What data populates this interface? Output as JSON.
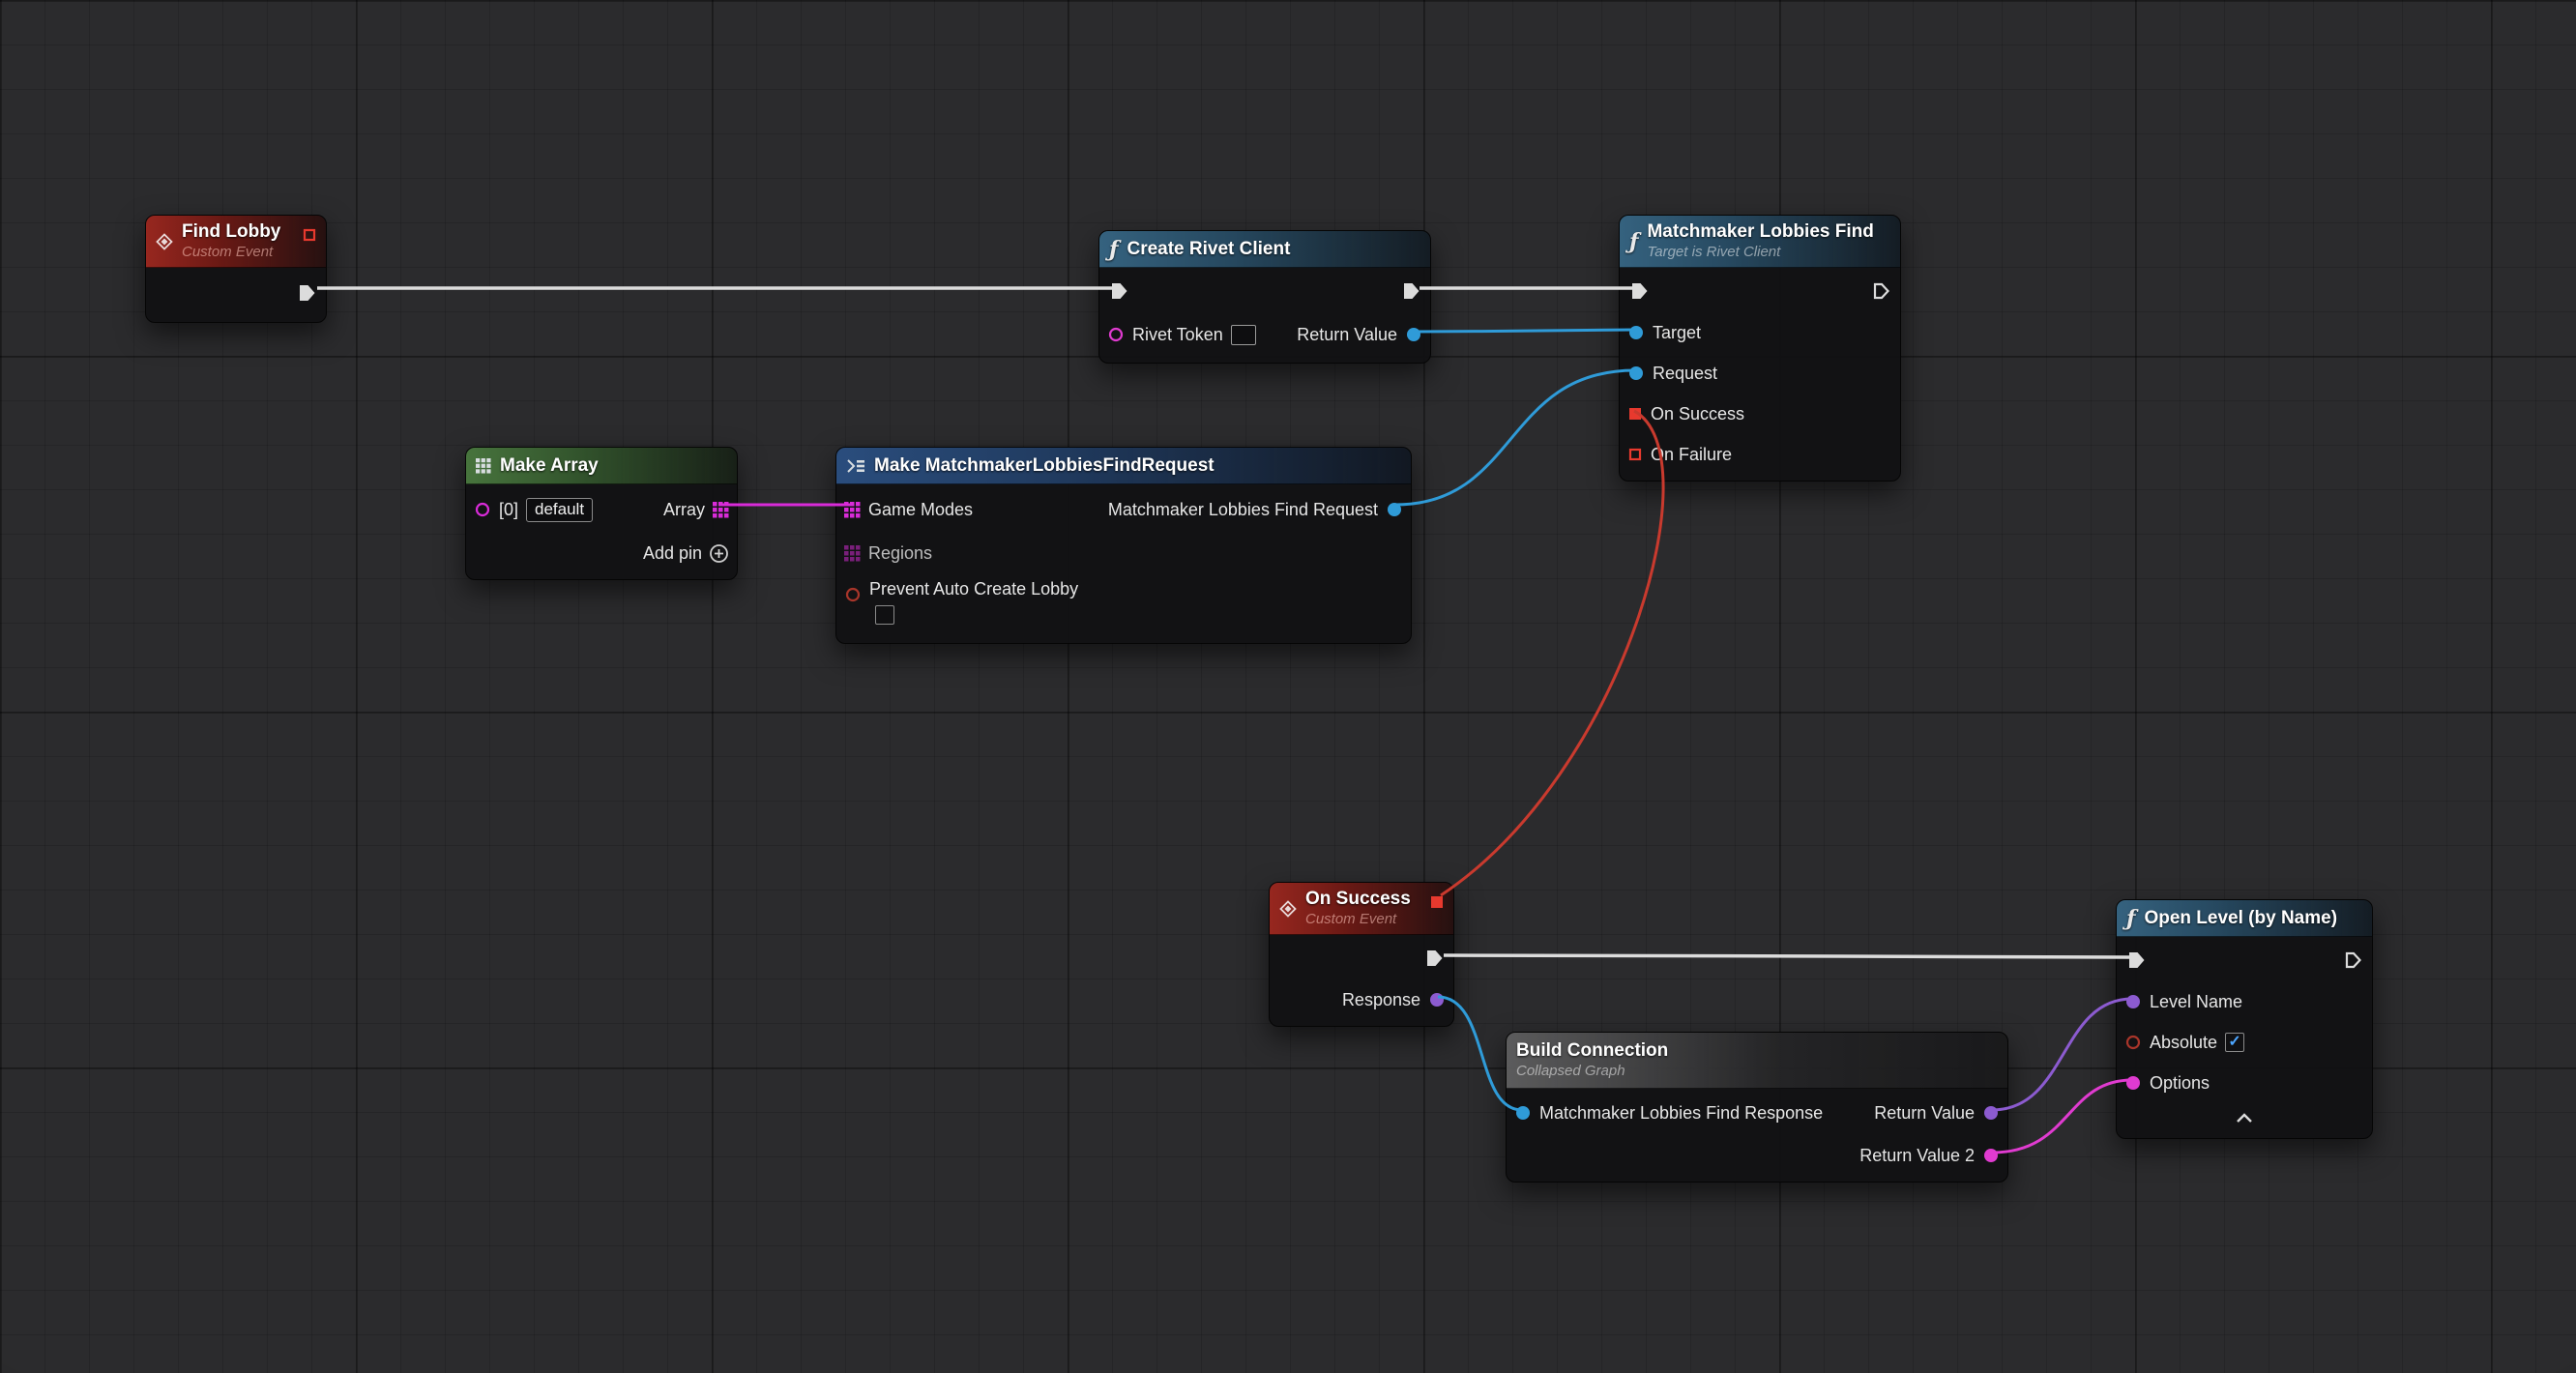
{
  "glyphs": {
    "check": "✓"
  },
  "icons": {
    "function_glyph": "ƒ"
  },
  "colors": {
    "exec": "#dcdcdc",
    "object_pin": "#2f9bd8",
    "array_pin": "#d92bd9",
    "string_pin": "#e03bd0",
    "name_pin": "#8c5bd0",
    "bool_pin": "#a8352a",
    "delegate_pin": "#e8392e",
    "red_wire": "#c93a2e",
    "header_icon": "#d8dde0"
  },
  "nodes": {
    "find_lobby": {
      "title": "Find Lobby",
      "subtitle": "Custom Event"
    },
    "create_rivet_client": {
      "title": "Create Rivet Client",
      "pins": {
        "rivet_token": "Rivet Token",
        "return_value": "Return Value"
      }
    },
    "matchmaker_lobbies_find": {
      "title": "Matchmaker Lobbies Find",
      "subtitle": "Target is Rivet Client",
      "pins": {
        "target": "Target",
        "request": "Request",
        "on_success": "On Success",
        "on_failure": "On Failure"
      }
    },
    "make_array": {
      "title": "Make Array",
      "element_0_value": "default",
      "add_pin_label": "Add pin",
      "pins": {
        "element_0": "[0]",
        "array": "Array"
      }
    },
    "make_request": {
      "title": "Make MatchmakerLobbiesFindRequest",
      "pins": {
        "game_modes": "Game Modes",
        "regions": "Regions",
        "prevent_auto_create_lobby": "Prevent Auto Create Lobby",
        "request_out": "Matchmaker Lobbies Find Request"
      }
    },
    "on_success": {
      "title": "On Success",
      "subtitle": "Custom Event",
      "pins": {
        "response": "Response"
      }
    },
    "build_connection": {
      "title": "Build Connection",
      "subtitle": "Collapsed Graph",
      "pins": {
        "response_in": "Matchmaker Lobbies Find Response",
        "return_value": "Return Value",
        "return_value_2": "Return Value 2"
      }
    },
    "open_level": {
      "title": "Open Level (by Name)",
      "pins": {
        "level_name": "Level Name",
        "absolute": "Absolute",
        "options": "Options"
      }
    }
  }
}
